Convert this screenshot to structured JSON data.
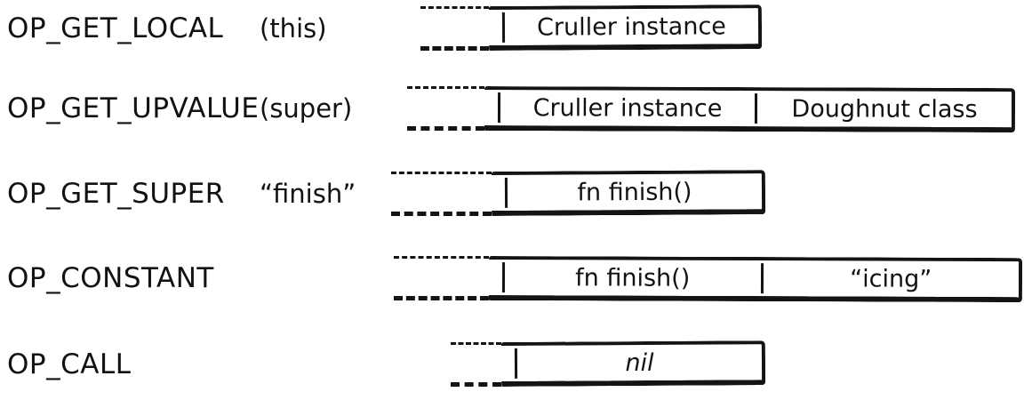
{
  "diagram": {
    "description": "Hand-drawn bytecode instruction and stack state diagram",
    "colors": {
      "ink": "#141414",
      "background": "#ffffff"
    },
    "rows": [
      {
        "opcode": "OP_GET_LOCAL",
        "operand": "(this)",
        "slots": [
          "Cruller instance"
        ]
      },
      {
        "opcode": "OP_GET_UPVALUE",
        "operand": "(super)",
        "slots": [
          "Cruller instance",
          "Doughnut class"
        ]
      },
      {
        "opcode": "OP_GET_SUPER",
        "operand": "“finish”",
        "slots": [
          "fn finish()"
        ]
      },
      {
        "opcode": "OP_CONSTANT",
        "operand": "",
        "slots": [
          "fn finish()",
          "“icing”"
        ]
      },
      {
        "opcode": "OP_CALL",
        "operand": "",
        "slots": [
          "nil"
        ]
      }
    ]
  }
}
